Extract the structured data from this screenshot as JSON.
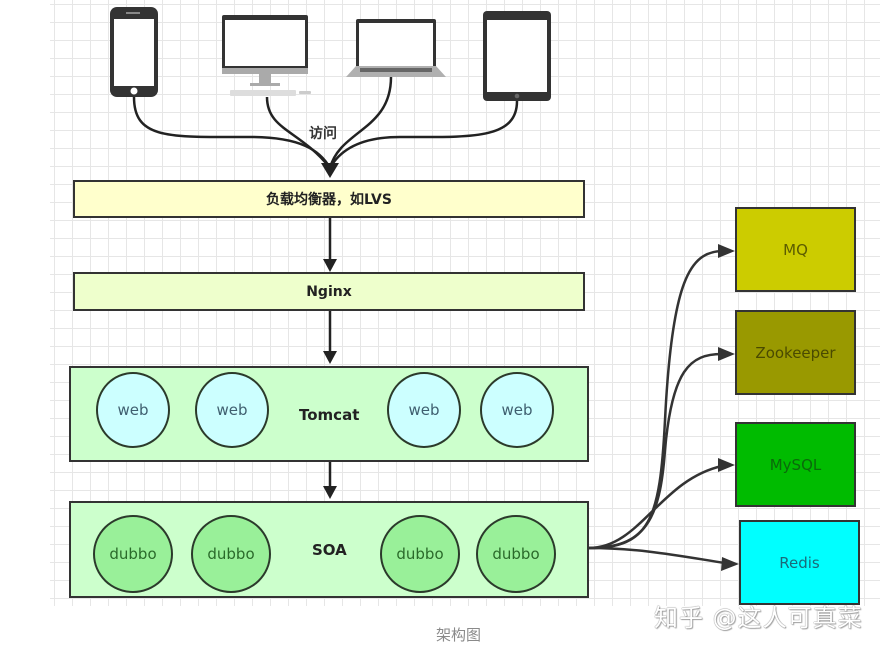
{
  "diagram": {
    "title_caption": "架构图",
    "watermark": "知乎 @这人可真菜",
    "clients": {
      "devices": [
        {
          "type": "smartphone",
          "icon": "smartphone-icon"
        },
        {
          "type": "desktop",
          "icon": "desktop-icon"
        },
        {
          "type": "laptop",
          "icon": "laptop-icon"
        },
        {
          "type": "tablet",
          "icon": "tablet-icon"
        }
      ],
      "edge_label": "访问"
    },
    "layers": {
      "load_balancer": {
        "label": "负载均衡器，如LVS",
        "fill": "#ffffcc"
      },
      "nginx": {
        "label": "Nginx",
        "fill": "#eeffcc"
      },
      "tomcat": {
        "label": "Tomcat",
        "fill": "#ccffcc",
        "nodes": [
          "web",
          "web",
          "web",
          "web"
        ],
        "node_fill": "#ccffff"
      },
      "soa": {
        "label": "SOA",
        "fill": "#ccffcc",
        "nodes": [
          "dubbo",
          "dubbo",
          "dubbo",
          "dubbo"
        ],
        "node_fill": "#99f099"
      }
    },
    "services": [
      {
        "label": "MQ",
        "fill": "#cccc00",
        "text_color": "#5c5c00"
      },
      {
        "label": "Zookeeper",
        "fill": "#999900",
        "text_color": "#4a4a00"
      },
      {
        "label": "MySQL",
        "fill": "#00bb00",
        "text_color": "#0a6a0a"
      },
      {
        "label": "Redis",
        "fill": "#00ffff",
        "text_color": "#1a6a7a"
      }
    ],
    "edges": [
      {
        "from": "smartphone",
        "to": "load_balancer"
      },
      {
        "from": "desktop",
        "to": "load_balancer"
      },
      {
        "from": "laptop",
        "to": "load_balancer"
      },
      {
        "from": "tablet",
        "to": "load_balancer"
      },
      {
        "from": "load_balancer",
        "to": "nginx"
      },
      {
        "from": "nginx",
        "to": "tomcat"
      },
      {
        "from": "tomcat",
        "to": "soa"
      },
      {
        "from": "soa",
        "to": "MQ"
      },
      {
        "from": "soa",
        "to": "Zookeeper"
      },
      {
        "from": "soa",
        "to": "MySQL"
      },
      {
        "from": "soa",
        "to": "Redis"
      }
    ]
  }
}
